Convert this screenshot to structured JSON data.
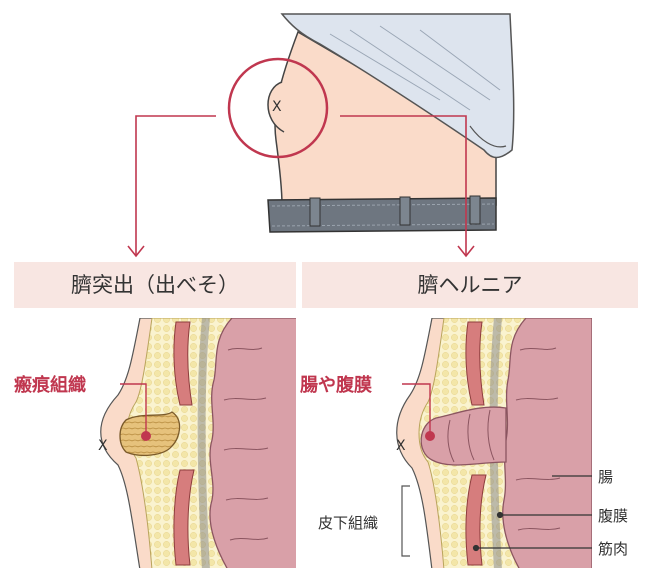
{
  "labels": {
    "umbilical_protrusion": "臍突出（出べそ）",
    "umbilical_hernia": "臍ヘルニア",
    "scar_tissue": "瘢痕組織",
    "intestine_peritoneum": "腸や腹膜",
    "intestine": "腸",
    "peritoneum": "腹膜",
    "muscle": "筋肉",
    "subcutaneous_tissue": "皮下組織",
    "navel_mark": "X"
  },
  "colors": {
    "accent": "#c0374f",
    "skin": "#fadbc9",
    "label_bg": "#f8e6e2",
    "fat": "#faf3cf",
    "muscle": "#d67d7d",
    "intestine": "#d9a0a8",
    "scar": "#e6c27c",
    "shirt": "#dde4ee",
    "belt": "#6e7680"
  }
}
